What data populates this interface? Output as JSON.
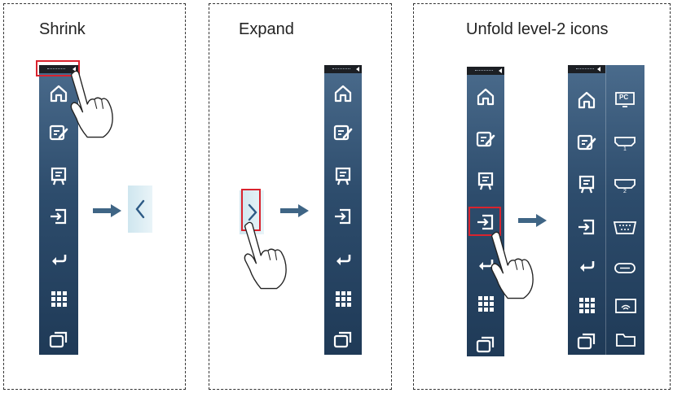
{
  "panels": [
    {
      "title": "Shrink"
    },
    {
      "title": "Expand"
    },
    {
      "title": "Unfold level-2 icons"
    }
  ],
  "toolbar_icons": [
    "home-icon",
    "note-edit-icon",
    "whiteboard-icon",
    "input-source-icon",
    "back-icon",
    "apps-grid-icon",
    "windows-icon"
  ],
  "level2_icons": [
    "pc-icon",
    "hdmi-1-icon",
    "hdmi-2-icon",
    "vga-icon",
    "usb-c-icon",
    "wireless-display-icon",
    "folder-icon"
  ],
  "level2_labels": {
    "pc": "PC",
    "hdmi1": "1",
    "hdmi2": "2"
  },
  "colors": {
    "bar_top": "#4a6b8c",
    "bar_bottom": "#1f3a57",
    "highlight": "#d9232e",
    "arrow": "#3f6585"
  }
}
